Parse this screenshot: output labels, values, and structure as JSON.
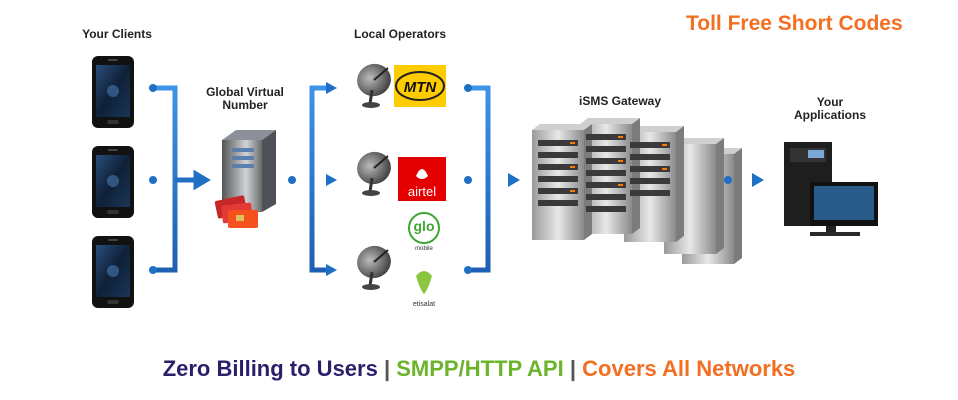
{
  "header": {
    "title": "Toll Free Short Codes",
    "title_color": "#f36f21"
  },
  "labels": {
    "clients": "Your Clients",
    "gvn": "Global Virtual Number",
    "operators": "Local Operators",
    "gateway": "iSMS Gateway",
    "apps": "Your Applications"
  },
  "operators": {
    "mtn": "MTN",
    "airtel": "airtel",
    "glo": "glo",
    "glo_sub": "mobile",
    "etisalat": "etisalat"
  },
  "tagline": {
    "part1": "Zero Billing to Users",
    "sep": "|",
    "part2": "SMPP/HTTP API",
    "part3": "Covers All Networks",
    "colors": {
      "part1": "#2b1f6b",
      "part2": "#6bb42b",
      "part3": "#f36f21",
      "arrow": "#1f6fc5"
    }
  },
  "icons": {
    "client_phone": "smartphone-icon",
    "gvn_server": "server-tower-icon",
    "sim_cards": "sim-cards-icon",
    "satellite": "satellite-dish-icon",
    "gateway": "server-rack-icon",
    "apps": "desktop-computer-icon"
  }
}
